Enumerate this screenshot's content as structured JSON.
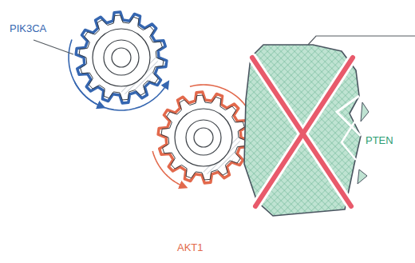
{
  "diagram": {
    "labels": [
      "PIK3CA",
      "AKT1",
      "PTEN"
    ]
  }
}
